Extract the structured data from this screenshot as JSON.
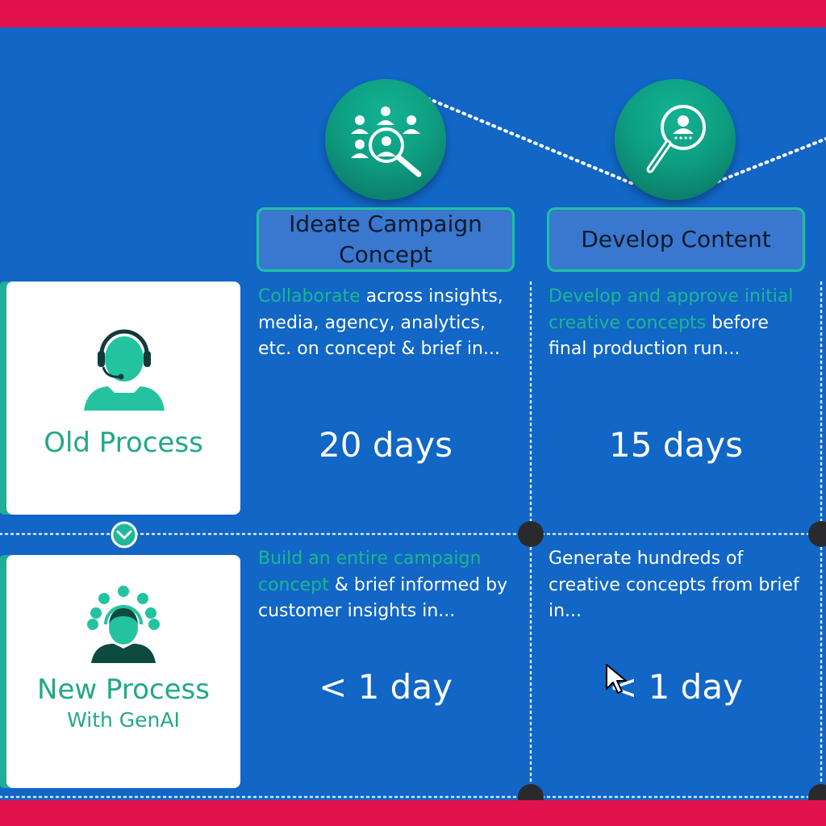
{
  "stages": [
    {
      "label": "Ideate Campaign Concept",
      "icon": "team-search-icon"
    },
    {
      "label": "Develop Content",
      "icon": "person-search-icon"
    }
  ],
  "old_process": {
    "title": "Old Process",
    "icon": "headset-agent-icon",
    "cells": [
      {
        "highlight": "Collaborate",
        "text": " across insights, media, agency, analytics, etc. on concept & brief in...",
        "duration": "20 days"
      },
      {
        "highlight": "Develop and approve initial creative concepts",
        "text": " before final production run...",
        "duration": "15 days"
      }
    ]
  },
  "new_process": {
    "title": "New Process",
    "subtitle": "With GenAI",
    "icon": "person-with-ideas-icon",
    "cells": [
      {
        "highlight": "Build an entire campaign concept",
        "text": " & brief informed by customer insights in...",
        "duration": "< 1 day"
      },
      {
        "highlight": "",
        "text": "Generate hundreds of creative concepts from brief in...",
        "duration": "< 1 day"
      }
    ]
  },
  "colors": {
    "accent": "#1cb78f",
    "background": "#1166c6",
    "band": "#e0114b"
  }
}
